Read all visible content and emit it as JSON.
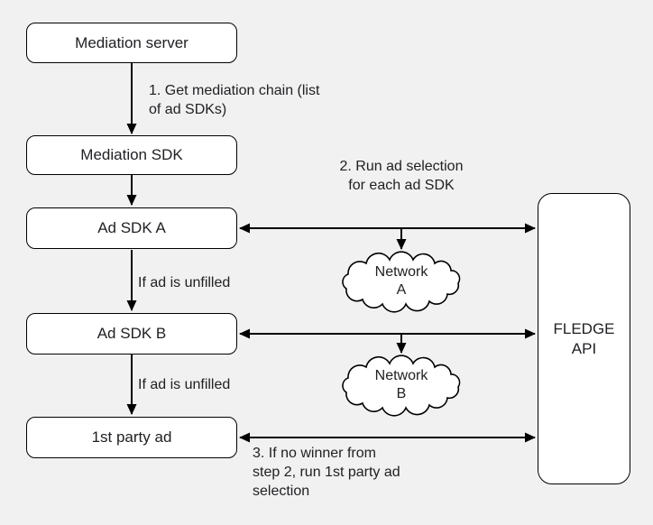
{
  "colors": {
    "background": "#f1f1f1",
    "node_fill": "#ffffff",
    "stroke": "#000000",
    "text": "#202124"
  },
  "nodes": {
    "mediation_server": {
      "label": "Mediation server"
    },
    "mediation_sdk": {
      "label": "Mediation SDK"
    },
    "ad_sdk_a": {
      "label": "Ad SDK A"
    },
    "ad_sdk_b": {
      "label": "Ad SDK B"
    },
    "first_party_ad": {
      "label": "1st party ad"
    },
    "fledge_api": {
      "label": "FLEDGE\nAPI"
    }
  },
  "clouds": {
    "network_a": {
      "label": "Network\nA"
    },
    "network_b": {
      "label": "Network\nB"
    }
  },
  "annotations": {
    "step1": "1. Get mediation chain (list\nof ad SDKs)",
    "step2": "2. Run ad selection\nfor each ad SDK",
    "unfilled_a": "If ad is unfilled",
    "unfilled_b": "If ad is unfilled",
    "step3": "3. If no winner from\nstep 2, run 1st party ad\nselection"
  }
}
